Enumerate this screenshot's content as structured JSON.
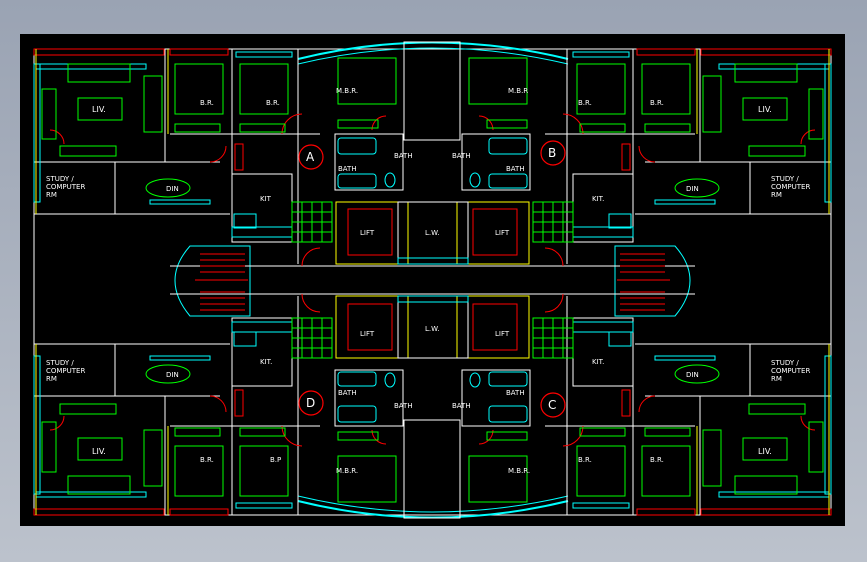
{
  "rooms": {
    "living": "LIV.",
    "study": "STUDY /",
    "computer": "COMPUTER",
    "rm": "RM",
    "dining": "DIN",
    "bedroom": "B.R.",
    "bedroom_alt": "B.P",
    "master_bedroom": "M.B.R.",
    "master_bedroom_alt": "M.B.R",
    "bath": "BATH",
    "kitchen": "KIT.",
    "kitchen_alt": "KIT",
    "lift": "LIFT",
    "lift_lobby": "L.W."
  },
  "units": {
    "a": "A",
    "b": "B",
    "c": "C",
    "d": "D"
  },
  "colors": {
    "background": "#000000",
    "wall": "#ffffff",
    "window": "#00ffff",
    "furniture": "#00ff00",
    "door": "#ff0000",
    "dimension": "#ffff00",
    "accent": "#ff00ff"
  }
}
